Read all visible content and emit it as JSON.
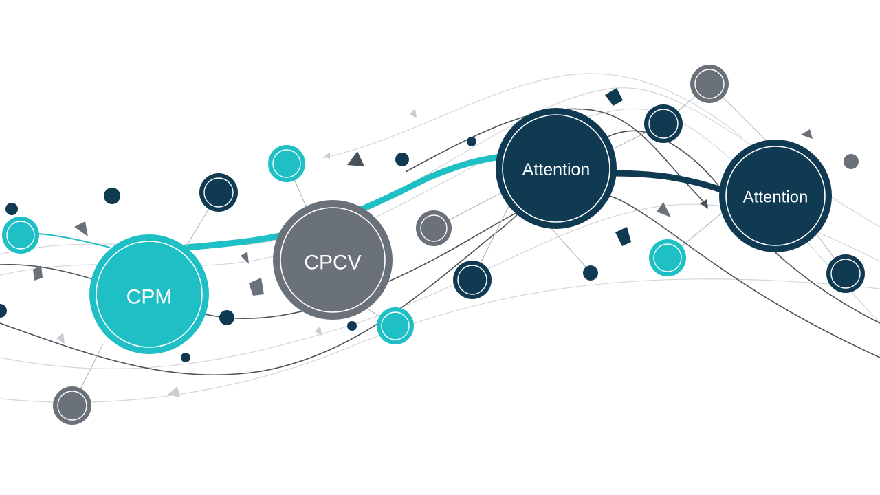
{
  "colors": {
    "teal": "#1fc0c5",
    "gray": "#6b7178",
    "navy": "#0f3a52",
    "light_line": "#c9ccd0",
    "mid_line": "#7d8389"
  },
  "nodes": {
    "cpm": {
      "label": "CPM",
      "color": "teal"
    },
    "cpcv": {
      "label": "CPCV",
      "color": "gray"
    },
    "attention_1": {
      "label": "Attention",
      "color": "navy"
    },
    "attention_2": {
      "label": "Attention",
      "color": "navy"
    }
  }
}
